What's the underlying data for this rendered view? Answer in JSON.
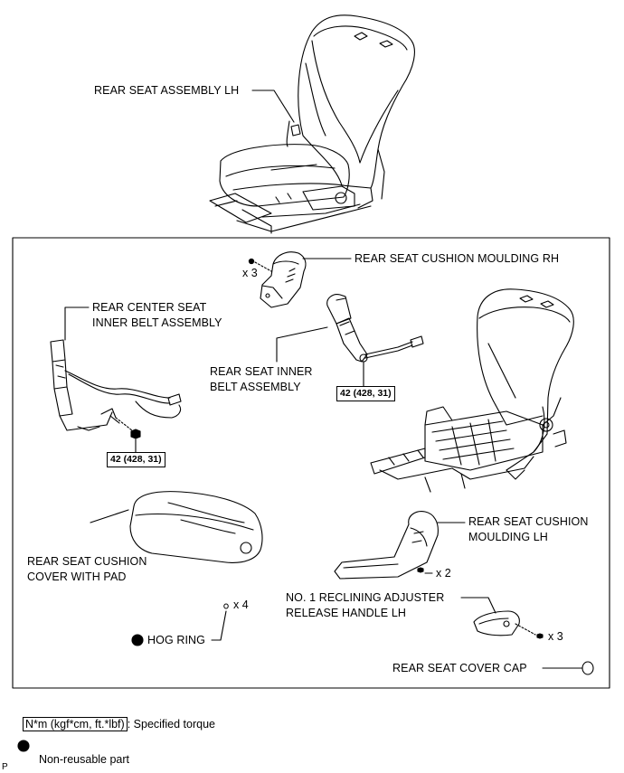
{
  "labels": {
    "rear_seat_assembly_lh": "REAR SEAT ASSEMBLY LH",
    "cushion_moulding_rh": "REAR SEAT CUSHION MOULDING RH",
    "center_seat_belt_line1": "REAR CENTER SEAT",
    "center_seat_belt_line2": "INNER BELT ASSEMBLY",
    "inner_belt_line1": "REAR SEAT INNER",
    "inner_belt_line2": "BELT ASSEMBLY",
    "cushion_cover_line1": "REAR SEAT CUSHION",
    "cushion_cover_line2": "COVER WITH PAD",
    "cushion_moulding_lh_line1": "REAR SEAT CUSHION",
    "cushion_moulding_lh_line2": "MOULDING LH",
    "reclining_handle_line1": "NO. 1 RECLINING ADJUSTER",
    "reclining_handle_line2": "RELEASE HANDLE LH",
    "hog_ring": "HOG RING",
    "seat_cover_cap": "REAR SEAT COVER CAP"
  },
  "torques": {
    "inner_belt": "42 (428, 31)",
    "center_belt": "42 (428, 31)"
  },
  "quantities": {
    "moulding_rh_screws": "x 3",
    "moulding_lh_screws": "x 2",
    "hog_rings": "x 4",
    "handle_screws": "x 3"
  },
  "legend": {
    "torque_box": "N*m (kgf*cm, ft.*lbf)",
    "torque_text": ": Specified torque",
    "nonreusable_text": "Non-reusable part"
  },
  "footer_code": "P"
}
